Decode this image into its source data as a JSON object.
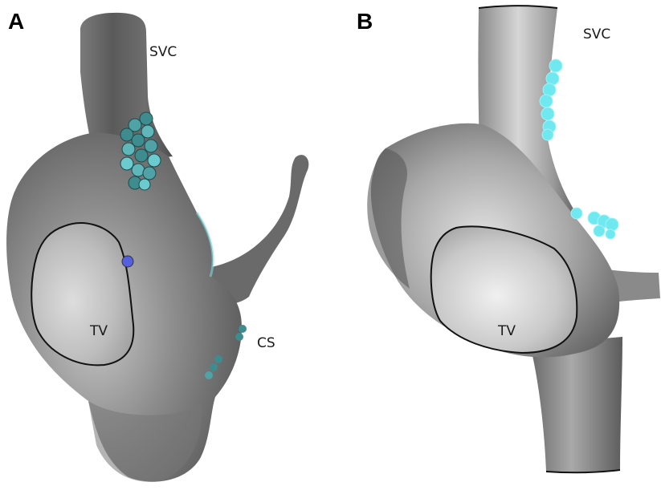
{
  "figure": {
    "panels": [
      {
        "letter": "A",
        "labels": {
          "svc": "SVC",
          "tv": "TV",
          "cs": "CS"
        }
      },
      {
        "letter": "B",
        "labels": {
          "svc": "SVC",
          "tv": "TV"
        }
      }
    ]
  },
  "colors": {
    "background": "#ffffff",
    "anatomy_light": "#cfcfcf",
    "anatomy_mid": "#8a8a8a",
    "anatomy_dark": "#4a4a4a",
    "ablation_point_cyan": "#6fe8f0",
    "ablation_point_teal": "#3f8c8f",
    "marker_blue": "#5560e0",
    "outline": "#111111"
  }
}
